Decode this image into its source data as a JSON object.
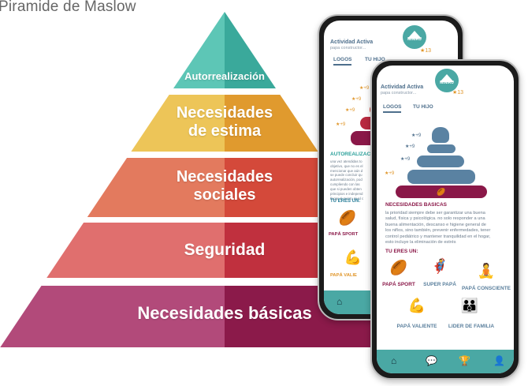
{
  "title": "Piramide de Maslow",
  "pyramid": {
    "levels": [
      {
        "label": "Autorrealización",
        "colors": [
          "#5dc6b6",
          "#3aa99b"
        ]
      },
      {
        "label": "Necesidades de estima",
        "line1": "Necesidades",
        "line2": "de estima",
        "colors": [
          "#edc558",
          "#e09a2e"
        ]
      },
      {
        "label": "Necesidades sociales",
        "line1": "Necesidades",
        "line2": "sociales",
        "colors": [
          "#e37a5e",
          "#d4493a"
        ]
      },
      {
        "label": "Seguridad",
        "colors": [
          "#e06f6e",
          "#c0303e"
        ]
      },
      {
        "label": "Necesidades básicas",
        "colors": [
          "#b24a7a",
          "#8b1a4a"
        ]
      }
    ]
  },
  "app": {
    "logo_text": "MINIRU",
    "stars": "★13",
    "title": "Actividad Activa",
    "subtitle": "papa constructor...",
    "tabs": [
      "LOGOS",
      "TU HIJO"
    ],
    "gains": [
      "★+9",
      "★+9",
      "★+9",
      "★+9"
    ],
    "you_are": "TU ERES UN:",
    "nav_icons": [
      "home-icon",
      "chat-icon",
      "trophy-icon",
      "profile-icon"
    ]
  },
  "back_phone": {
    "section": "AUTOREALIZAC",
    "desc_lines": [
      "una vez atendidas to",
      "objetivo, que no es el",
      "mencionar que aún d",
      "se puede concluir qu",
      "autorrealización, pod",
      "cumpliendo con las",
      "que si pueden obten",
      "principios e independ",
      "llegar al quinto nivel c"
    ],
    "types": [
      "PAPÁ SPORT",
      "PAPÁ VALIE"
    ]
  },
  "front_phone": {
    "section": "NECESIDADES BASICAS",
    "desc_lines": [
      "la prioridad siempre debe ser garantizar una buena",
      "salud, física y psicológica. no solo responder a una",
      "buena alimentación, descanso e higiene general de",
      "los niños, sino también, prevenir enfermedades, tener",
      "control pediátrico y mantener tranquilidad en el hogar,",
      "esto incluye la eliminación de estrés"
    ],
    "types": [
      "PAPÁ SPORT",
      "SUPER PAPÁ",
      "PAPÁ CONSCIENTE",
      "PAPÁ VALIENTE",
      "LIDER DE FAMILIA"
    ]
  },
  "colors": {
    "teal": "#4aa8a4",
    "slate": "#5a82a2",
    "maroon": "#8a1848",
    "orange": "#e0962a"
  }
}
